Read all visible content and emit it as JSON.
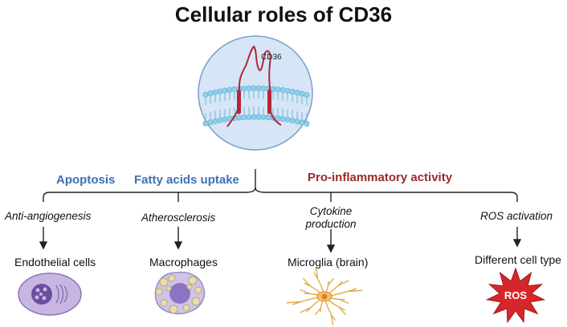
{
  "title": "Cellular roles of CD36",
  "receptor_label": "CD36",
  "categories": {
    "apoptosis": "Apoptosis",
    "fatty_acids": "Fatty acids uptake",
    "inflammatory": "Pro-inflammatory activity"
  },
  "branches": [
    {
      "process": "Anti-angiogenesis",
      "cell": "Endothelial cells"
    },
    {
      "process": "Atherosclerosis",
      "cell": "Macrophages"
    },
    {
      "process_line1": "Cytokine",
      "process_line2": "production",
      "cell": "Microglia (brain)"
    },
    {
      "process": "ROS activation",
      "cell": "Different cell type"
    }
  ],
  "ros_label": "ROS",
  "colors": {
    "blue_category": "#3f6fb5",
    "red_category": "#9b2a2a",
    "membrane": "#8fd0ea",
    "protein": "#b3263a",
    "circle_fill": "#d6e6f6"
  }
}
